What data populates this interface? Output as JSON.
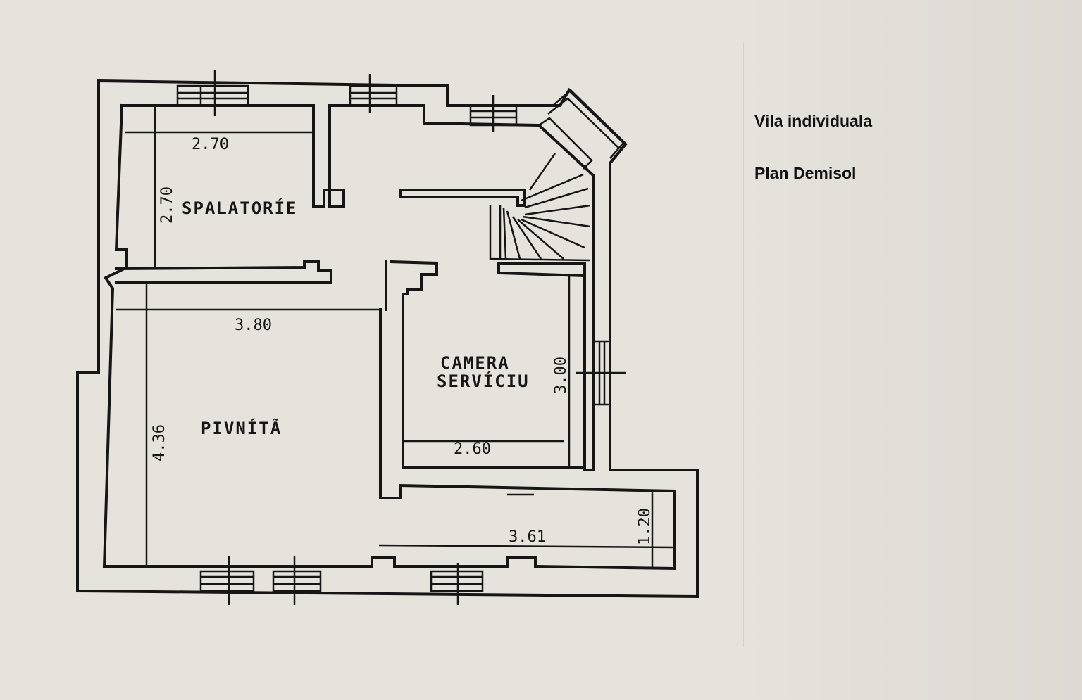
{
  "captions": {
    "title": "Vila individuala",
    "subtitle": "Plan Demisol"
  },
  "rooms": {
    "spalatorie": "SPALATORÍE",
    "pivnita": "PIVNÍTÃ",
    "camera_line1": "CAMERA",
    "camera_line2": "SERVÍCIU"
  },
  "dimensions": {
    "spalatorie_width": "2.70",
    "spalatorie_depth": "2.70",
    "pivnita_width": "3.80",
    "pivnita_depth": "4.36",
    "camera_width": "2.60",
    "camera_depth": "3.00",
    "bottom_width": "3.61",
    "bottom_depth": "1.20"
  },
  "colors": {
    "paper": "#e6e3dd",
    "ink": "#161616"
  }
}
